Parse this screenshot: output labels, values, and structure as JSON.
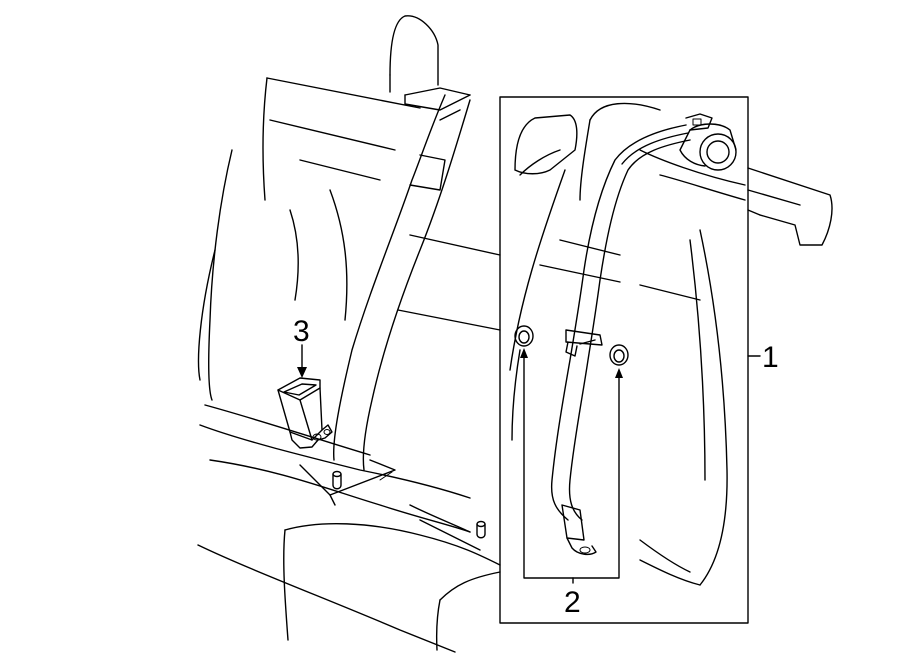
{
  "diagram": {
    "callouts": [
      {
        "id": "1",
        "label": "1"
      },
      {
        "id": "2",
        "label": "2"
      },
      {
        "id": "3",
        "label": "3"
      }
    ],
    "parts": [
      {
        "name": "retractor-belt-assembly",
        "callout": "1"
      },
      {
        "name": "mounting-nuts",
        "callout": "2"
      },
      {
        "name": "buckle-assembly",
        "callout": "3"
      }
    ],
    "colors": {
      "line": "#000000",
      "background": "#ffffff"
    }
  }
}
